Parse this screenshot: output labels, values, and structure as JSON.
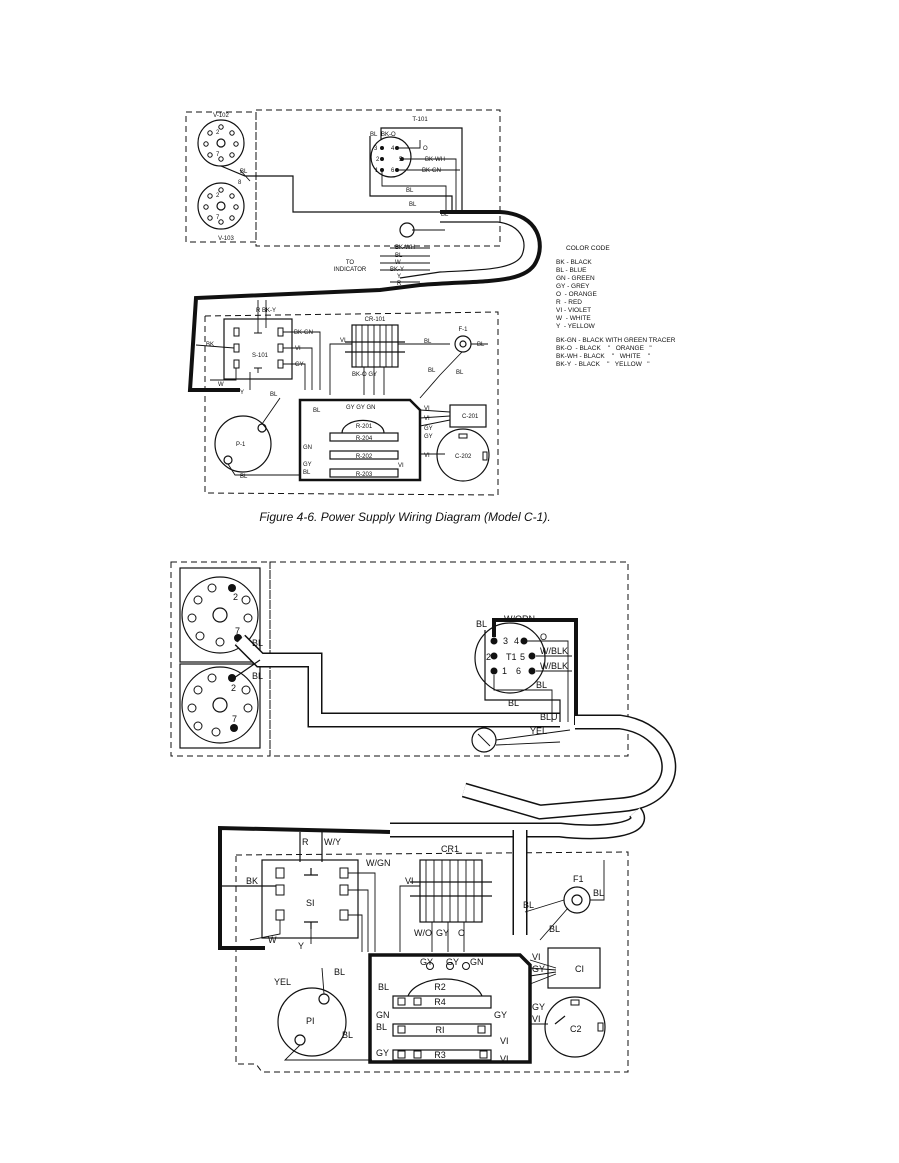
{
  "figure_caption": "Figure 4-6.  Power Supply Wiring Diagram (Model C-1).",
  "color_code": {
    "title": "COLOR CODE",
    "entries": [
      "BK - BLACK",
      "BL - BLUE",
      "GN - GREEN",
      "GY - GREY",
      "O  - ORANGE",
      "R  - RED",
      "VI - VIOLET",
      "W  - WHITE",
      "Y  - YELLOW"
    ],
    "tracer_entries": [
      "BK-GN - BLACK WITH GREEN TRACER",
      "BK-O  - BLACK    \"   ORANGE   \"",
      "BK-WH - BLACK    \"   WHITE    \"",
      "BK-Y  - BLACK    \"   YELLOW   \""
    ]
  },
  "top_diagram": {
    "labels": {
      "v102": "V-102",
      "v103": "V-103",
      "t101": "T-101",
      "cr101": "CR-101",
      "f1": "F-1",
      "s101": "S-101",
      "p1": "P-1",
      "c201": "C-201",
      "c202": "C-202",
      "r201": "R-201",
      "r202": "R-202",
      "r203": "R-203",
      "r204": "R-204",
      "to_indicator_1": "TO",
      "to_indicator_2": "INDICATOR"
    },
    "wire_labels": {
      "bl": "BL",
      "bk": "BK",
      "bko": "BK-O",
      "o": "O",
      "bkwh": "BK-WH",
      "bkgn": "BK-GN",
      "bky": "BK-Y",
      "w": "W",
      "r": "R",
      "y": "Y",
      "vi": "VI",
      "gy": "GY",
      "gn": "GN",
      "bkogy": "BK-O GY",
      "gygygn": "GY GY GN",
      "rbky": "R  BK-Y"
    },
    "pins": {
      "p1": "1",
      "p2": "2",
      "p3": "3",
      "p4": "4",
      "p5": "5",
      "p6": "6",
      "p7": "7",
      "p8": "8"
    }
  },
  "bottom_diagram": {
    "labels": {
      "t1": "T1",
      "cr1": "CR1",
      "f1": "F1",
      "s1": "SI",
      "p1": "PI",
      "c1": "CI",
      "c2": "C2",
      "r1": "RI",
      "r2": "R2",
      "r3": "R3",
      "r4": "R4"
    },
    "wire_labels": {
      "bl": "BL",
      "blu": "BLU",
      "yel": "YEL",
      "worn": "W/ORN",
      "o": "O",
      "wblk": "W/BLK",
      "wgn": "W/GN",
      "wy": "W/Y",
      "r": "R",
      "bk": "BK",
      "w": "W",
      "y": "Y",
      "vi": "VI",
      "gy": "GY",
      "gn": "GN",
      "wo": "W/O"
    },
    "pins": {
      "p1": "1",
      "p2": "2",
      "p3": "3",
      "p4": "4",
      "p5": "5",
      "p6": "6",
      "p7": "7"
    }
  }
}
